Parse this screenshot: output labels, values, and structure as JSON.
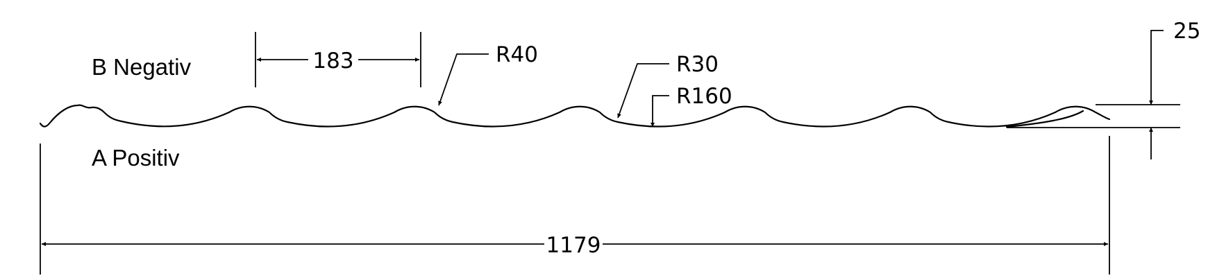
{
  "labels": {
    "b_side": "B Negativ",
    "a_side": "A Positiv"
  },
  "dimensions": {
    "pitch": "183",
    "overall_width": "1179",
    "height": "25",
    "radius_crest": "R40",
    "radius_transition": "R30",
    "radius_valley": "R160"
  },
  "colors": {
    "ink": "#000000",
    "paper": "#ffffff"
  }
}
